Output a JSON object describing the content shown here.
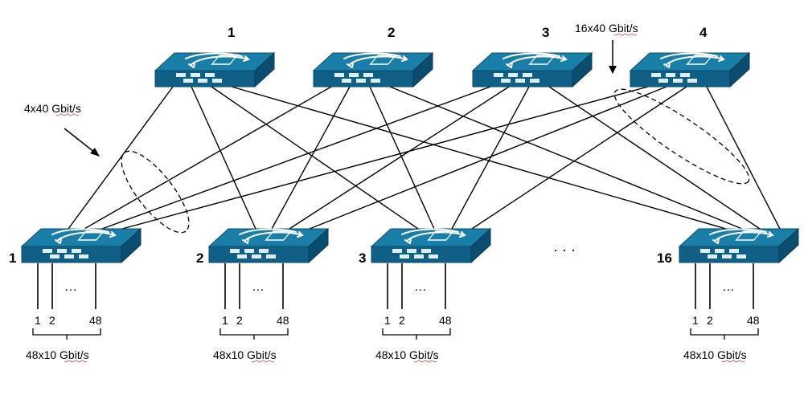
{
  "spine_switches": [
    {
      "label": "1"
    },
    {
      "label": "2"
    },
    {
      "label": "3"
    },
    {
      "label": "4"
    }
  ],
  "leaf_switches": [
    {
      "label": "1",
      "ports": [
        "1",
        "2",
        "48"
      ],
      "ellipsis": "…",
      "rate_label": "48x10 Gbit/s"
    },
    {
      "label": "2",
      "ports": [
        "1",
        "2",
        "48"
      ],
      "ellipsis": "…",
      "rate_label": "48x10 Gbit/s"
    },
    {
      "label": "3",
      "ports": [
        "1",
        "2",
        "48"
      ],
      "ellipsis": "…",
      "rate_label": "48x10 Gbit/s"
    },
    {
      "label": "16",
      "ports": [
        "1",
        "2",
        "48"
      ],
      "ellipsis": "…",
      "rate_label": "48x10 Gbit/s"
    }
  ],
  "leaf_gap_ellipsis": "· · ·",
  "annotations": {
    "uplink_group": "4x40 Gbit/s",
    "spine_group": "16x40 Gbit/s"
  },
  "colors": {
    "switch_top": "#1a7fa8",
    "switch_front": "#0f5f86",
    "switch_side": "#0b4d6e",
    "port": "#dfeef5",
    "line": "#000000"
  },
  "icon": "switch-arrows-icon"
}
